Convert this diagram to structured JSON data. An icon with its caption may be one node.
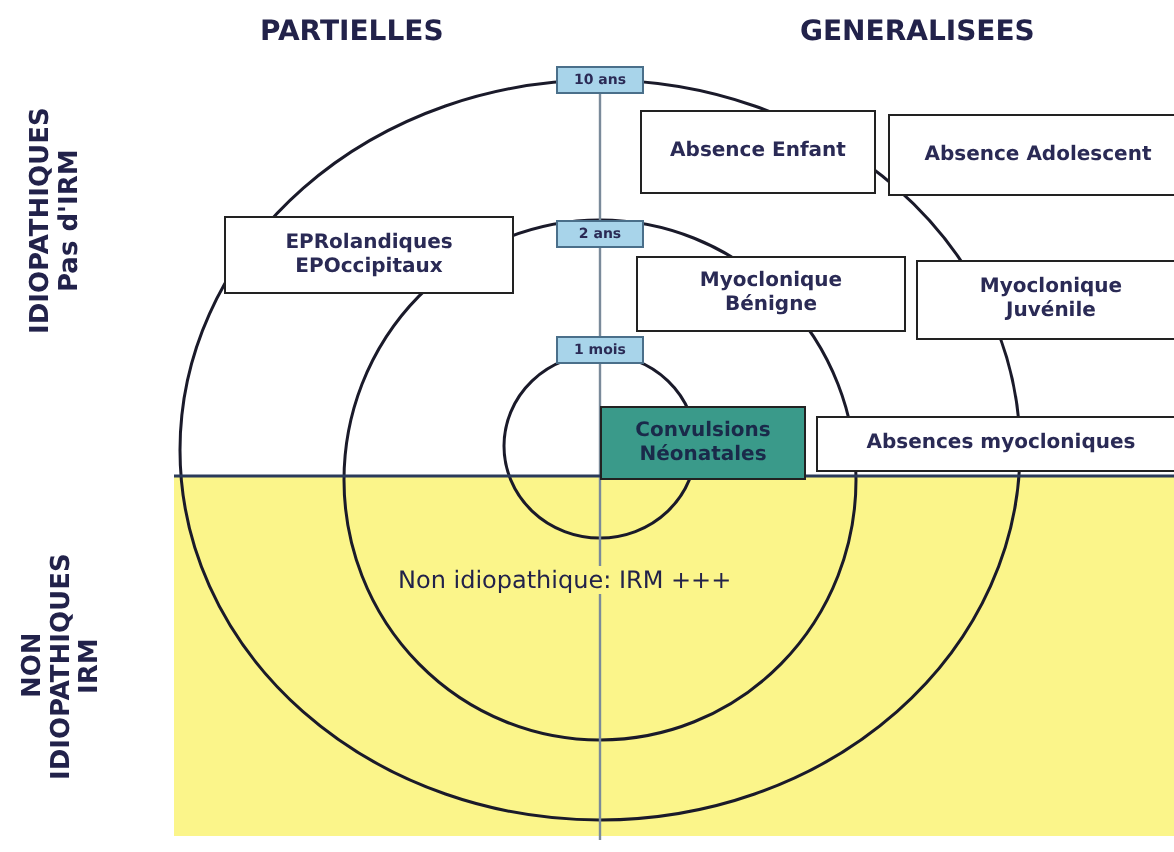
{
  "diagram": {
    "nodes": [
      {
        "text": [
          "10 ans"
        ]
      },
      {
        "text": [
          "Absence Enfant"
        ]
      },
      {
        "text": [
          "Absence Adolescent"
        ]
      },
      {
        "text": [
          "EPRolandiques EPOccipitaux"
        ]
      },
      {
        "text": [
          "2 ans"
        ]
      },
      {
        "text": [
          "Myoclonique Bénigne"
        ]
      },
      {
        "text": [
          "Myoclonique Juvénile"
        ]
      },
      {
        "text": [
          "1 mois"
        ]
      },
      {
        "text": [
          "Convulsions Néonatales"
        ]
      },
      {
        "text": [
          "Absences myocloniques"
        ]
      },
      {
        "text": [
          "Non idiopathique: IRM +++"
        ]
      }
    ],
    "edges": [],
    "labels": [
      "PARTIELLES",
      "GENERALISEES",
      "IDIOPATHIQUES Pas d'IRM",
      "NON IDIOPATHIQUES IRM"
    ]
  }
}
